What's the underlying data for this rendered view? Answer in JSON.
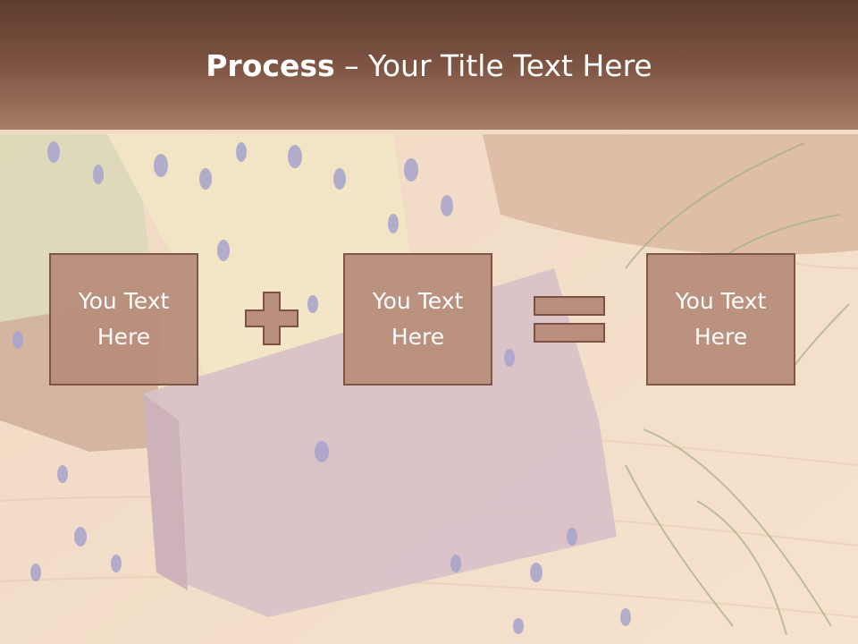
{
  "slide": {
    "title_bold": "Process",
    "title_rest": " – Your Title Text Here",
    "boxes": [
      {
        "text": "You Text Here"
      },
      {
        "text": "You Text Here"
      },
      {
        "text": "You Text Here"
      }
    ],
    "operators": [
      "plus-icon",
      "equals-icon"
    ],
    "colors": {
      "header_top": "#5e3c2c",
      "header_bottom": "#a67c66",
      "box_fill": "#b98e7d",
      "box_border": "#7d5142"
    }
  }
}
